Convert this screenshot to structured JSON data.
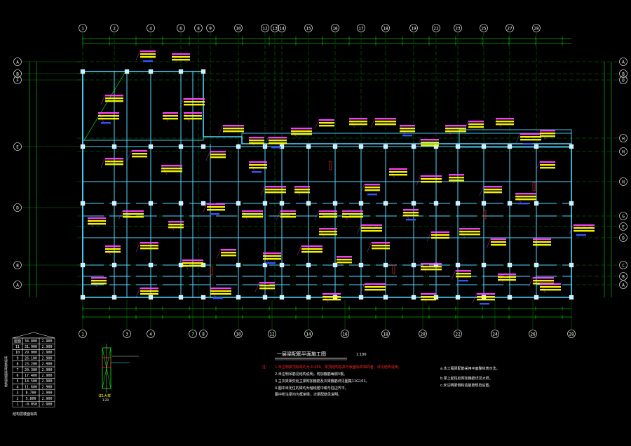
{
  "drawing": {
    "title": "一层梁配筋平面施工图",
    "scale": "1:100",
    "axes_top": [
      "1",
      "2",
      "4",
      "6",
      "8",
      "9",
      "10",
      "12",
      "13",
      "14",
      "15",
      "16",
      "17",
      "18",
      "19",
      "22",
      "23",
      "25",
      "27",
      "28"
    ],
    "axes_bottom": [
      "1",
      "3",
      "4",
      "7",
      "8",
      "10",
      "12",
      "14",
      "16",
      "18",
      "20",
      "22",
      "24",
      "26",
      "28"
    ],
    "axes_left": [
      "A",
      "B",
      "F",
      "E",
      "D",
      "B",
      "A"
    ],
    "axes_right": [
      "A",
      "B",
      "D",
      "H",
      "H",
      "H",
      "G",
      "E",
      "D",
      "C",
      "B",
      "A"
    ],
    "notes_heading": "注：",
    "notes": [
      "1.未注明梁顶标高均为-0.050，梁顶结构标高与板面标高相同者，详见结构说明。",
      "2.未注明吊筋见结构说明，附加箍筋每侧3根。",
      "3.主次梁相交处主梁附加箍筋及次梁箍筋详见图集11G101。",
      "4.图中未定位的梁均为轴线居中或与柱边齐平。",
      "图中所注梁均为框架梁，次梁配筋见说明。"
    ],
    "notes_right": [
      "a.本工程梁配筋采用平面整体表示法。",
      "b.梁上起柱处附加箍筋详见大样。",
      "c.未注明梁侧构造筋按规范设置。"
    ],
    "table_title": "结构层楼面标高",
    "table_side": "结构层楼面标高结构层高",
    "table": [
      [
        "屋面",
        "34.800",
        "2.900"
      ],
      [
        "11",
        "31.900",
        "2.900"
      ],
      [
        "10",
        "29.000",
        "2.900"
      ],
      [
        "9",
        "26.100",
        "2.900"
      ],
      [
        "8",
        "23.200",
        "2.900"
      ],
      [
        "7",
        "20.300",
        "2.900"
      ],
      [
        "6",
        "17.400",
        "2.900"
      ],
      [
        "5",
        "14.500",
        "2.900"
      ],
      [
        "4",
        "11.600",
        "2.900"
      ],
      [
        "3",
        "8.700",
        "2.900"
      ],
      [
        "2",
        "5.800",
        "2.900"
      ],
      [
        "1",
        "-0.050",
        "2.900"
      ]
    ],
    "detail_title": "详1大样",
    "detail_scale": "1:20"
  }
}
